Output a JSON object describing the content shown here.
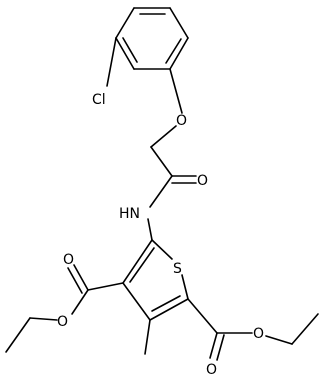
{
  "atoms": {
    "cl": "Cl",
    "o_ether": "O",
    "o_amide": "O",
    "nh": "HN",
    "s": "S",
    "o_ester_left_carbonyl": "O",
    "o_ester_left_alkoxy": "O",
    "o_ester_right_carbonyl": "O",
    "o_ester_right_alkoxy": "O"
  },
  "colors": {
    "bond": "#000000",
    "label": "#000000",
    "background": "#ffffff"
  }
}
